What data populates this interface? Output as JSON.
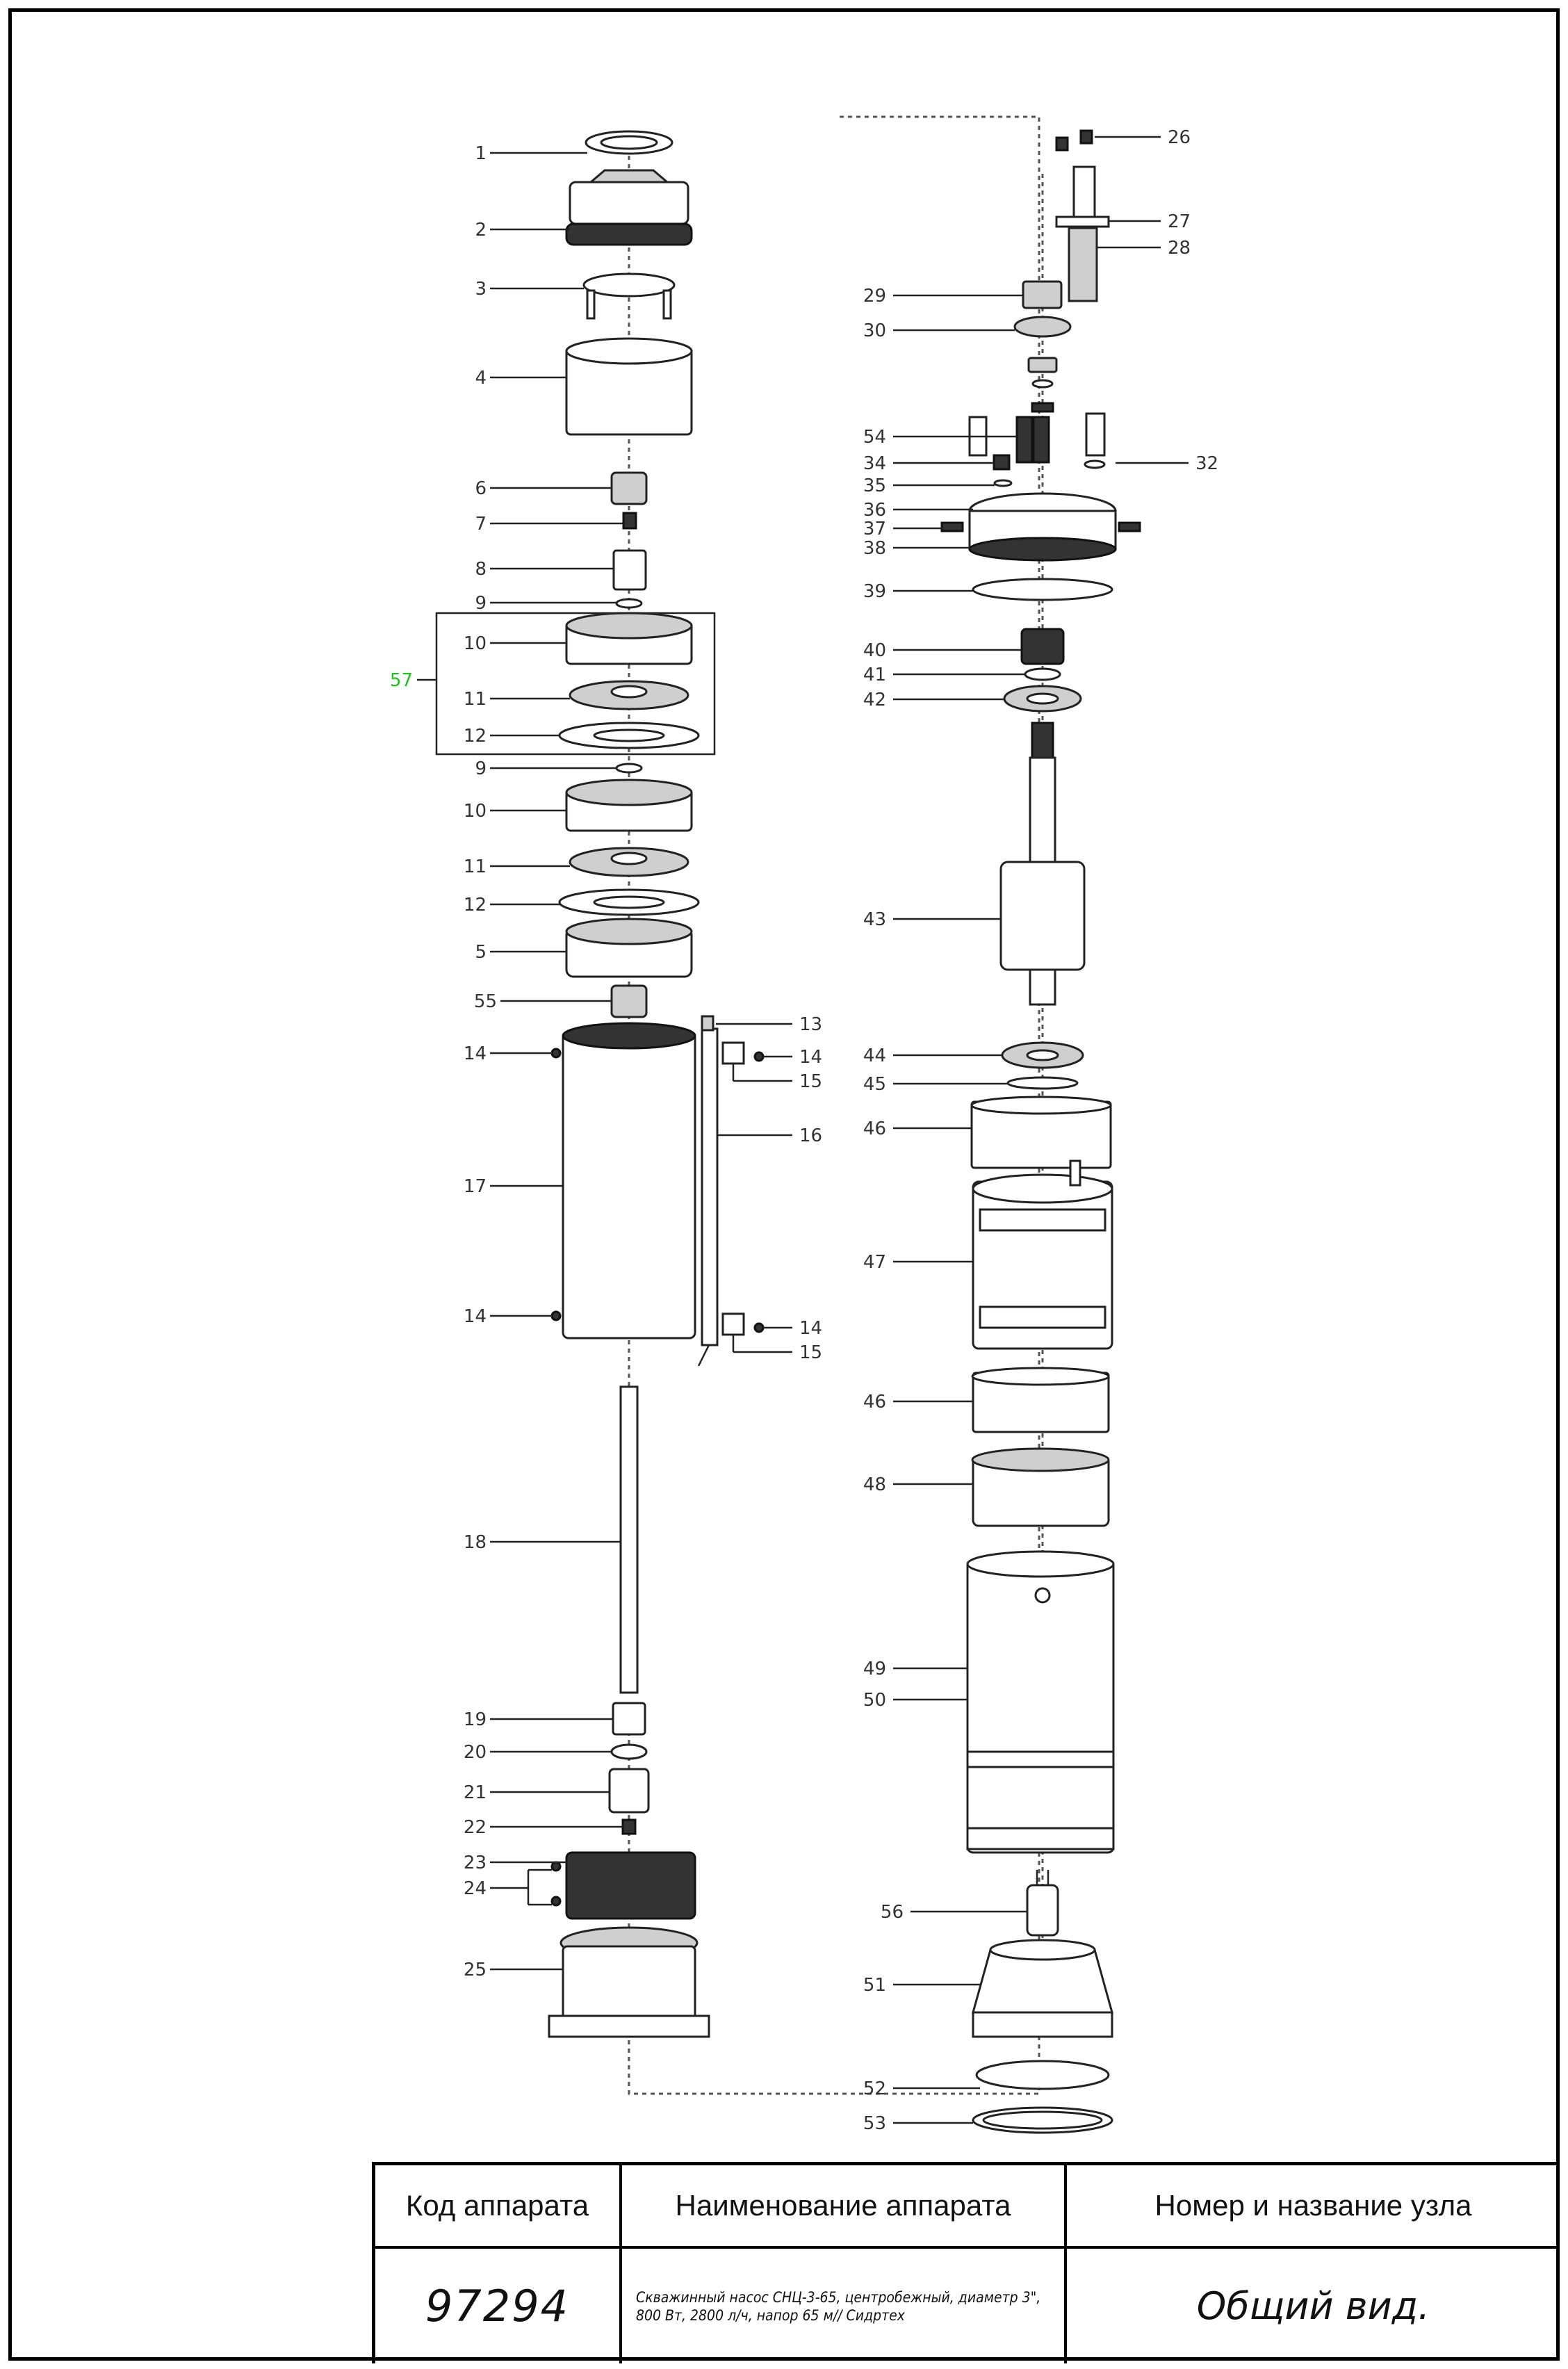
{
  "diagram": {
    "callouts_left": [
      "1",
      "2",
      "3",
      "4",
      "6",
      "7",
      "8",
      "9",
      "10",
      "11",
      "12",
      "9",
      "10",
      "11",
      "12",
      "5",
      "55",
      "14",
      "17",
      "14",
      "18",
      "19",
      "20",
      "21",
      "22",
      "23",
      "24",
      "25"
    ],
    "callouts_right": [
      "26",
      "27",
      "28",
      "29",
      "30",
      "54",
      "34",
      "32",
      "35",
      "36",
      "37",
      "38",
      "39",
      "40",
      "41",
      "42",
      "43",
      "13",
      "14",
      "15",
      "16",
      "44",
      "45",
      "46",
      "47",
      "14",
      "15",
      "46",
      "48",
      "49",
      "50",
      "56",
      "51",
      "52",
      "53"
    ],
    "group_label": "57"
  },
  "title_block": {
    "header_code": "Код аппарата",
    "header_name": "Наименование аппарата",
    "header_node": "Номер и название узла",
    "code": "97294",
    "name": "Скважинный насос СНЦ-3-65, центробежный, диаметр 3\", 800 Вт, 2800 л/ч, напор 65 м// Сидртех",
    "node": "Общий вид."
  }
}
